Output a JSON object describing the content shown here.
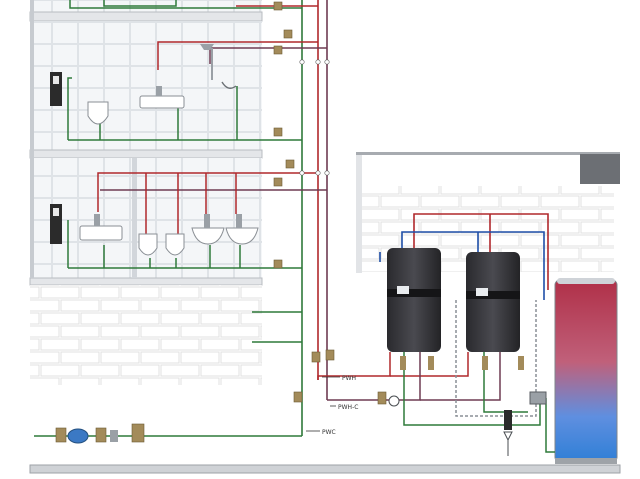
{
  "labels": {
    "pwh": "PWH",
    "pwh_c": "PWH-C",
    "pwc": "PWC"
  },
  "colors": {
    "hot_water": "#b0282c",
    "circulation": "#6e3b52",
    "cold_water": "#2f7a3a",
    "heating": "#1f4fa8",
    "tank_top": "#b03048",
    "tank_bottom": "#2f7fd6",
    "water_meter": "#3b79c4"
  }
}
